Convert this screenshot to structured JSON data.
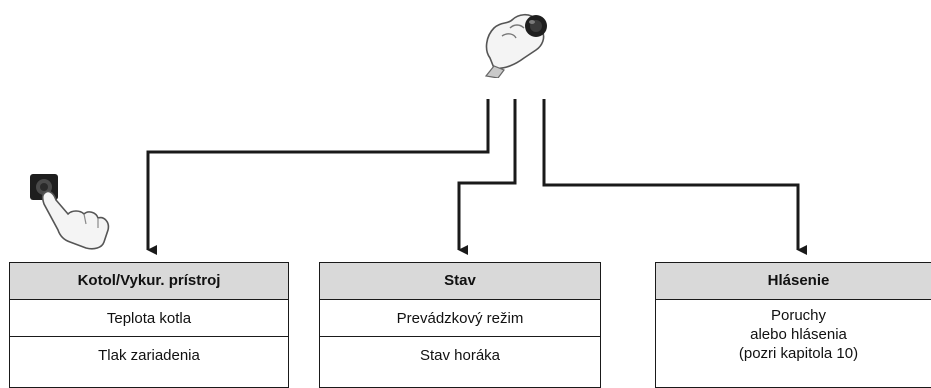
{
  "boxes": {
    "kotol": {
      "title": "Kotol/Vykur. prístroj",
      "rows": [
        "Teplota kotla",
        "Tlak zariadenia"
      ]
    },
    "stav": {
      "title": "Stav",
      "rows": [
        "Prevádzkový režim",
        "Stav horáka"
      ]
    },
    "hlasenie": {
      "title": "Hlásenie",
      "lines": [
        "Poruchy",
        "alebo hlásenia",
        "(pozri kapitola 10)"
      ]
    }
  },
  "icons": {
    "knob_hand": "hand-turning-knob-icon",
    "press_hand": "hand-pressing-button-icon"
  },
  "colors": {
    "header_bg": "#d9d9d9",
    "line": "#1a1a1a"
  }
}
